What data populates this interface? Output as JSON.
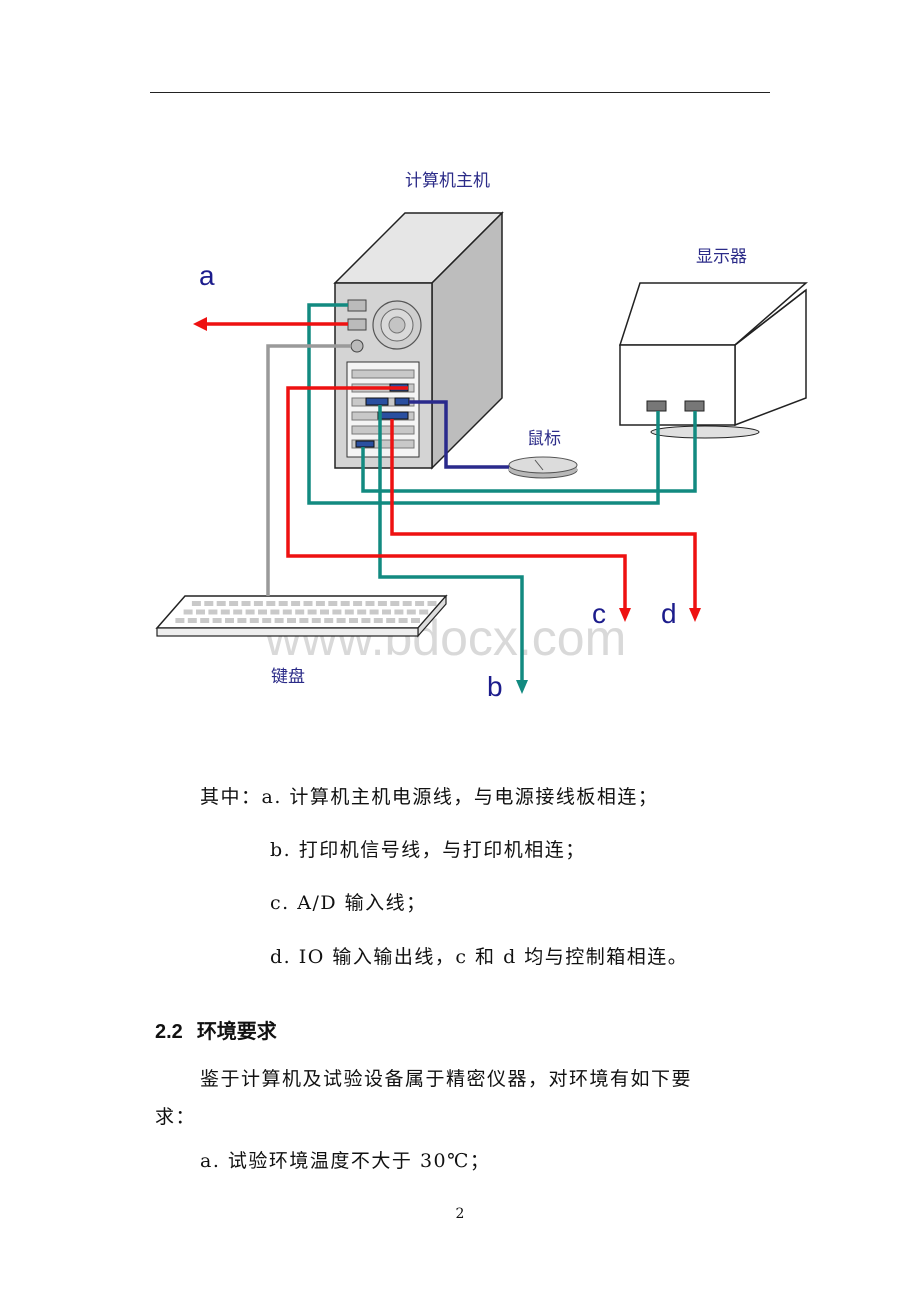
{
  "diagram": {
    "labels": {
      "host": "计算机主机",
      "monitor": "显示器",
      "mouse": "鼠标",
      "keyboard": "键盘"
    },
    "letters": {
      "a": "a",
      "b": "b",
      "c": "c",
      "d": "d"
    },
    "watermark": "www.bdocx.com",
    "colors": {
      "red": "#ee1111",
      "teal": "#128a80",
      "gray": "#9a9a9a",
      "navy": "#2a2a8c",
      "case": "#cfcfcf",
      "case_side": "#b8b8b8"
    }
  },
  "notes": {
    "line_a": "其中：a. 计算机主机电源线，与电源接线板相连；",
    "line_b": "b. 打印机信号线，与打印机相连；",
    "line_c": "c. A/D 输入线；",
    "line_d": "d. IO 输入输出线，c 和 d 均与控制箱相连。"
  },
  "section": {
    "number": "2.2",
    "title": "环境要求",
    "para_line1": "鉴于计算机及试验设备属于精密仪器，对环境有如下要",
    "para_line2": "求：",
    "item_a": "a. 试验环境温度不大于 30℃；"
  },
  "page_number": "2"
}
